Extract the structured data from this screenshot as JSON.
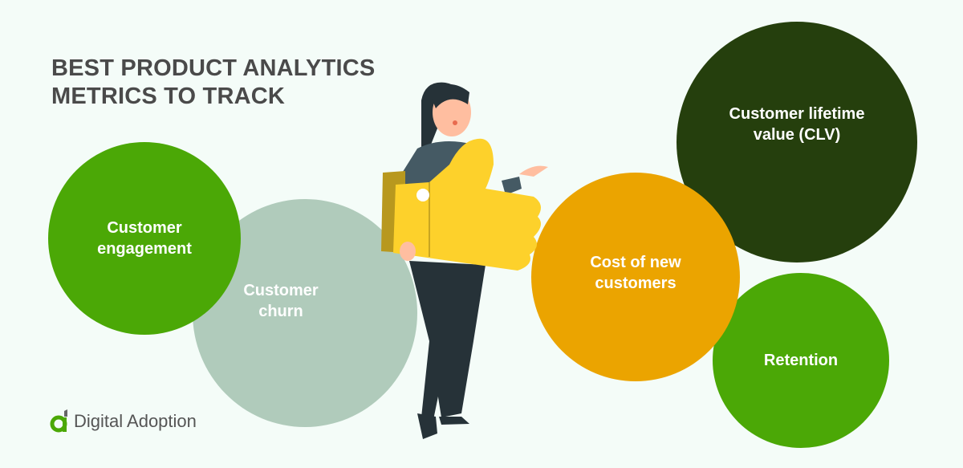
{
  "title": {
    "line1": "BEST PRODUCT ANALYTICS",
    "line2": "METRICS TO TRACK"
  },
  "metrics": {
    "engagement": "Customer engagement",
    "churn": "Customer churn",
    "cost": "Cost of new customers",
    "clv": "Customer lifetime value (CLV)",
    "retention": "Retention"
  },
  "brand": {
    "name": "Digital Adoption"
  },
  "colors": {
    "green": "#4ba806",
    "sage": "#b0cbbb",
    "orange": "#eba400",
    "dark_green": "#253f0d"
  }
}
